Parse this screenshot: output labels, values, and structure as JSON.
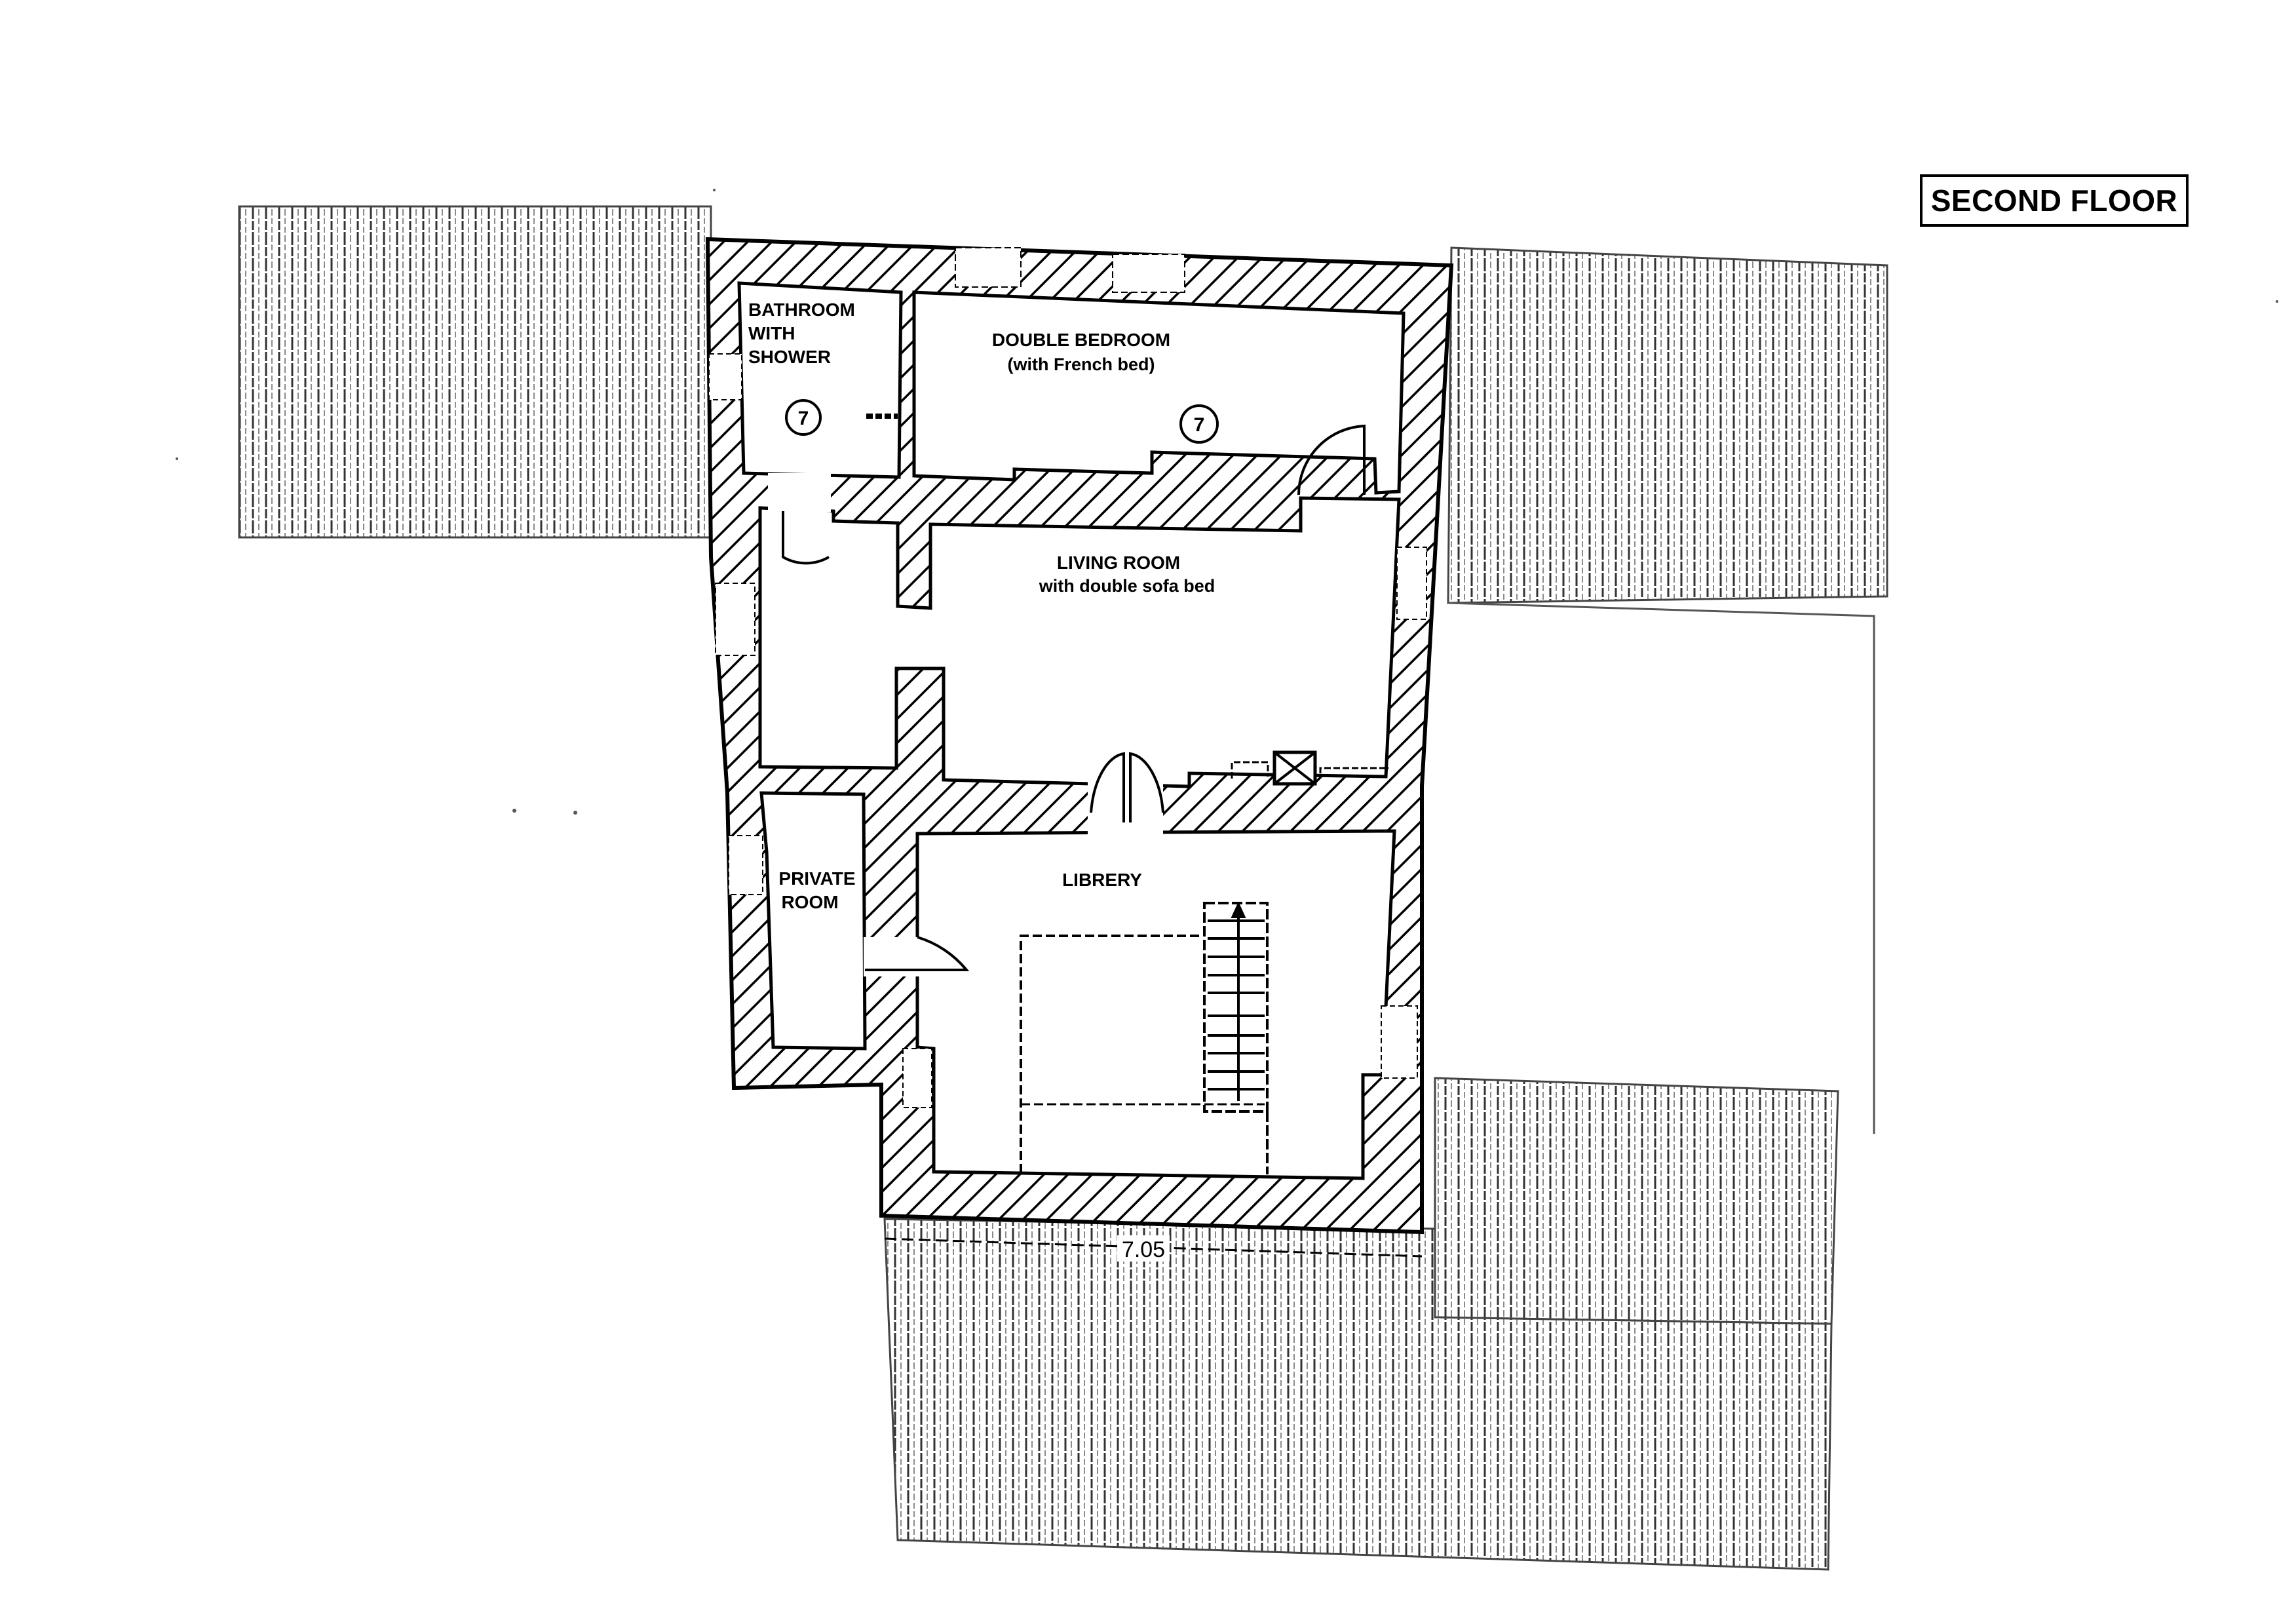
{
  "title": "SECOND FLOOR",
  "rooms": {
    "bathroom": {
      "line1": "BATHROOM",
      "line2": "WITH",
      "line3": "SHOWER",
      "marker": "7"
    },
    "double_bedroom": {
      "line1": "DOUBLE BEDROOM",
      "line2": "(with French bed)",
      "marker": "7"
    },
    "living_room": {
      "line1": "LIVING ROOM",
      "line2": "with double sofa bed"
    },
    "private_room": {
      "line1": "PRIVATE",
      "line2": "ROOM"
    },
    "library": {
      "line1": "LIBRERY"
    }
  },
  "dimension": {
    "label": "7.05"
  },
  "colors": {
    "ink": "#000000",
    "paper": "#ffffff"
  }
}
